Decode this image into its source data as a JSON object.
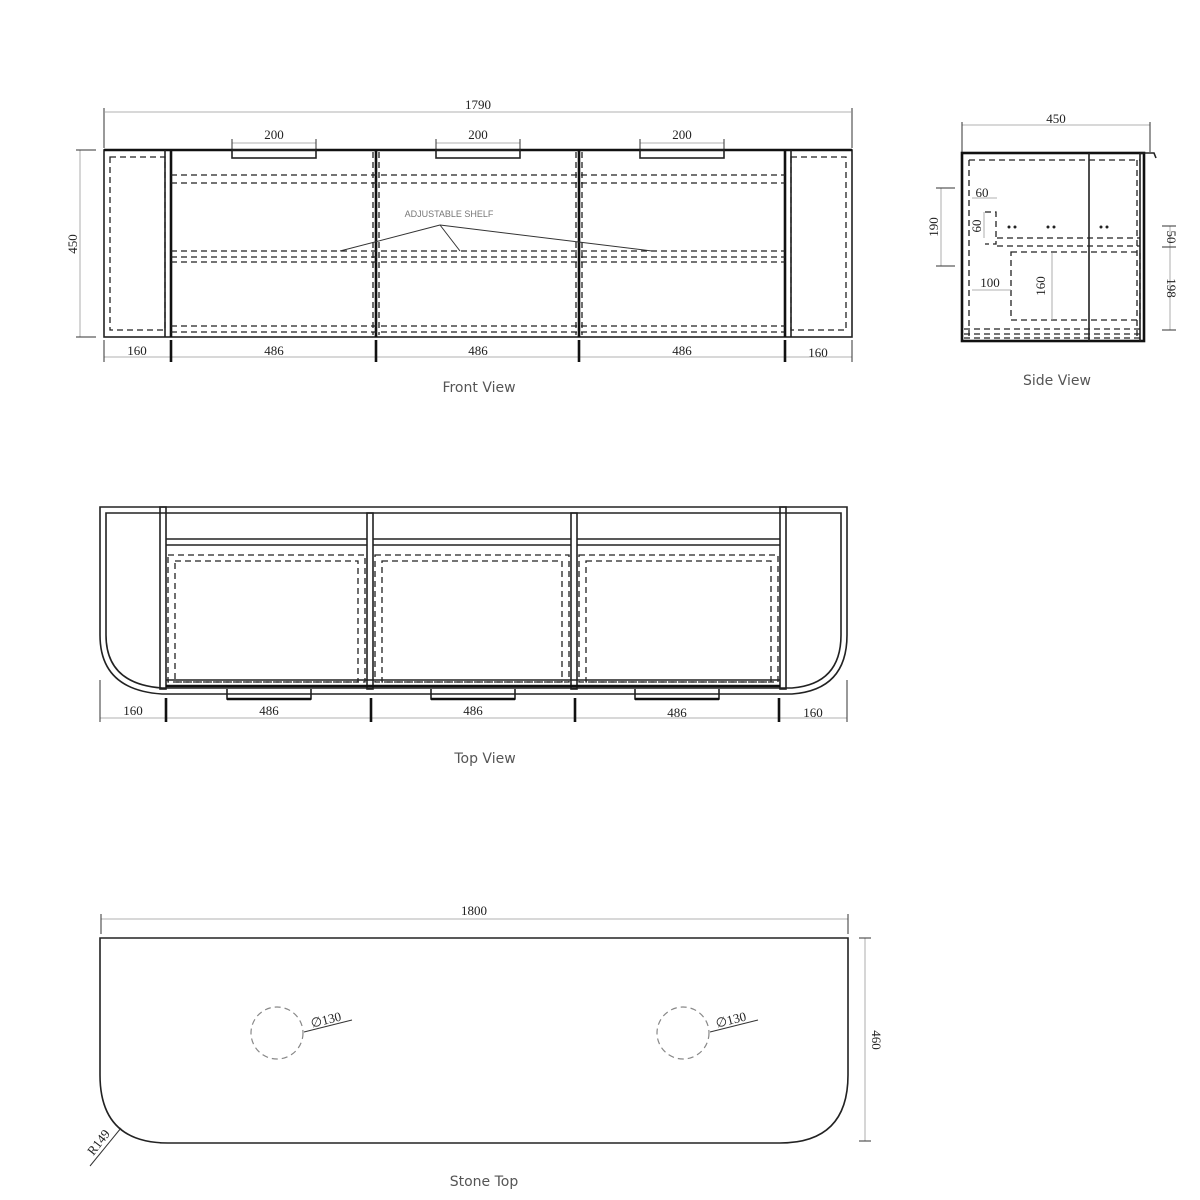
{
  "front_view": {
    "caption": "Front View",
    "overall_width": "1790",
    "height": "450",
    "handle_widths": [
      "200",
      "200",
      "200"
    ],
    "bottom_dims": [
      "160",
      "486",
      "486",
      "486",
      "160"
    ],
    "annotation": "ADJUSTABLE SHELF"
  },
  "side_view": {
    "caption": "Side View",
    "depth": "450",
    "dims": {
      "left_190": "190",
      "top_60_horizontal": "60",
      "top_60_vertical": "60",
      "inner_100": "100",
      "inner_160": "160",
      "right_50": "50",
      "right_198": "198"
    }
  },
  "top_view": {
    "caption": "Top View",
    "bottom_dims": [
      "160",
      "486",
      "486",
      "486",
      "160"
    ]
  },
  "stone_top": {
    "caption": "Stone Top",
    "width": "1800",
    "depth": "460",
    "hole_left": "∅130",
    "hole_right": "∅130",
    "corner_radius": "R149"
  }
}
